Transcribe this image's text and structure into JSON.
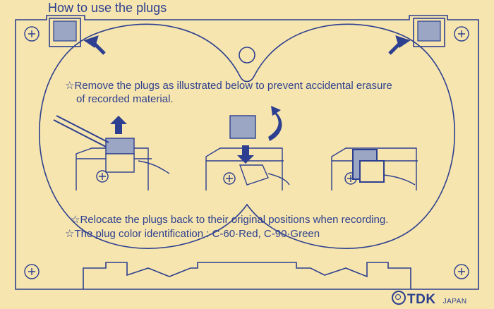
{
  "card": {
    "title": "How to use the plugs",
    "instruction_line1": "☆Remove the plugs as illustrated below to prevent accidental erasure",
    "instruction_line2": "of recorded material.",
    "note_relocate": "☆Relocate the plugs back to their original positions when recording.",
    "note_color": "☆The plug color identification : C-60·Red, C-90·Green"
  },
  "brand": {
    "name": "TDK",
    "country": "JAPAN"
  },
  "colors": {
    "ink": "#2d3f90",
    "paper": "#f6e5ae"
  },
  "icons": [
    "screw-icon",
    "arrow-up-icon",
    "arrow-down-icon",
    "rotate-arrow-icon",
    "tdk-logo-icon"
  ]
}
